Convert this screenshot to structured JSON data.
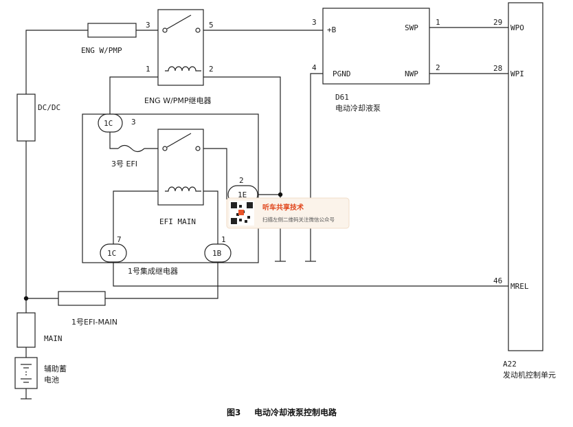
{
  "fuse_eng_wpmp": {
    "label": "ENG W/PMP"
  },
  "dcdc": {
    "label": "DC/DC"
  },
  "fuse_main": {
    "label": "MAIN"
  },
  "battery": {
    "label_line1": "辅助蓄",
    "label_line2": "电池"
  },
  "fuse_efi_main": {
    "label": "1号EFI-MAIN"
  },
  "fuse_efi3": {
    "label": "3号 EFI"
  },
  "relay_wpmp": {
    "label": "ENG W/PMP继电器",
    "pin1": "1",
    "pin2": "2",
    "pin3": "3",
    "pin5": "5"
  },
  "relay_efi_main": {
    "label": "EFI MAIN"
  },
  "integrated_relay": {
    "label": "1号集成继电器"
  },
  "connectors": {
    "c1c_top": "1C",
    "c1c_top_pin": "3",
    "c1e": "1E",
    "c1e_pin": "2",
    "c1c_bottom": "1C",
    "c1c_bottom_pin": "7",
    "c1b": "1B",
    "c1b_pin": "1"
  },
  "pump": {
    "id": "D61",
    "name": "电动冷却液泵",
    "pin_b": "+B",
    "pin_b_no": "3",
    "pin_pgnd": "PGND",
    "pin_pgnd_no": "4",
    "pin_swp": "SWP",
    "pin_swp_no": "1",
    "pin_nwp": "NWP",
    "pin_nwp_no": "2"
  },
  "ecu": {
    "id": "A22",
    "name": "发动机控制单元",
    "pin_wpo": "WPO",
    "pin_wpo_no": "29",
    "pin_wpi": "WPI",
    "pin_wpi_no": "28",
    "pin_mrel": "MREL",
    "pin_mrel_no": "46"
  },
  "watermark": {
    "title": "听车共享技术",
    "subtitle": "扫描左侧二维码关注微信公众号"
  },
  "caption": {
    "figure_no": "图3",
    "title": "电动冷却液泵控制电路"
  }
}
